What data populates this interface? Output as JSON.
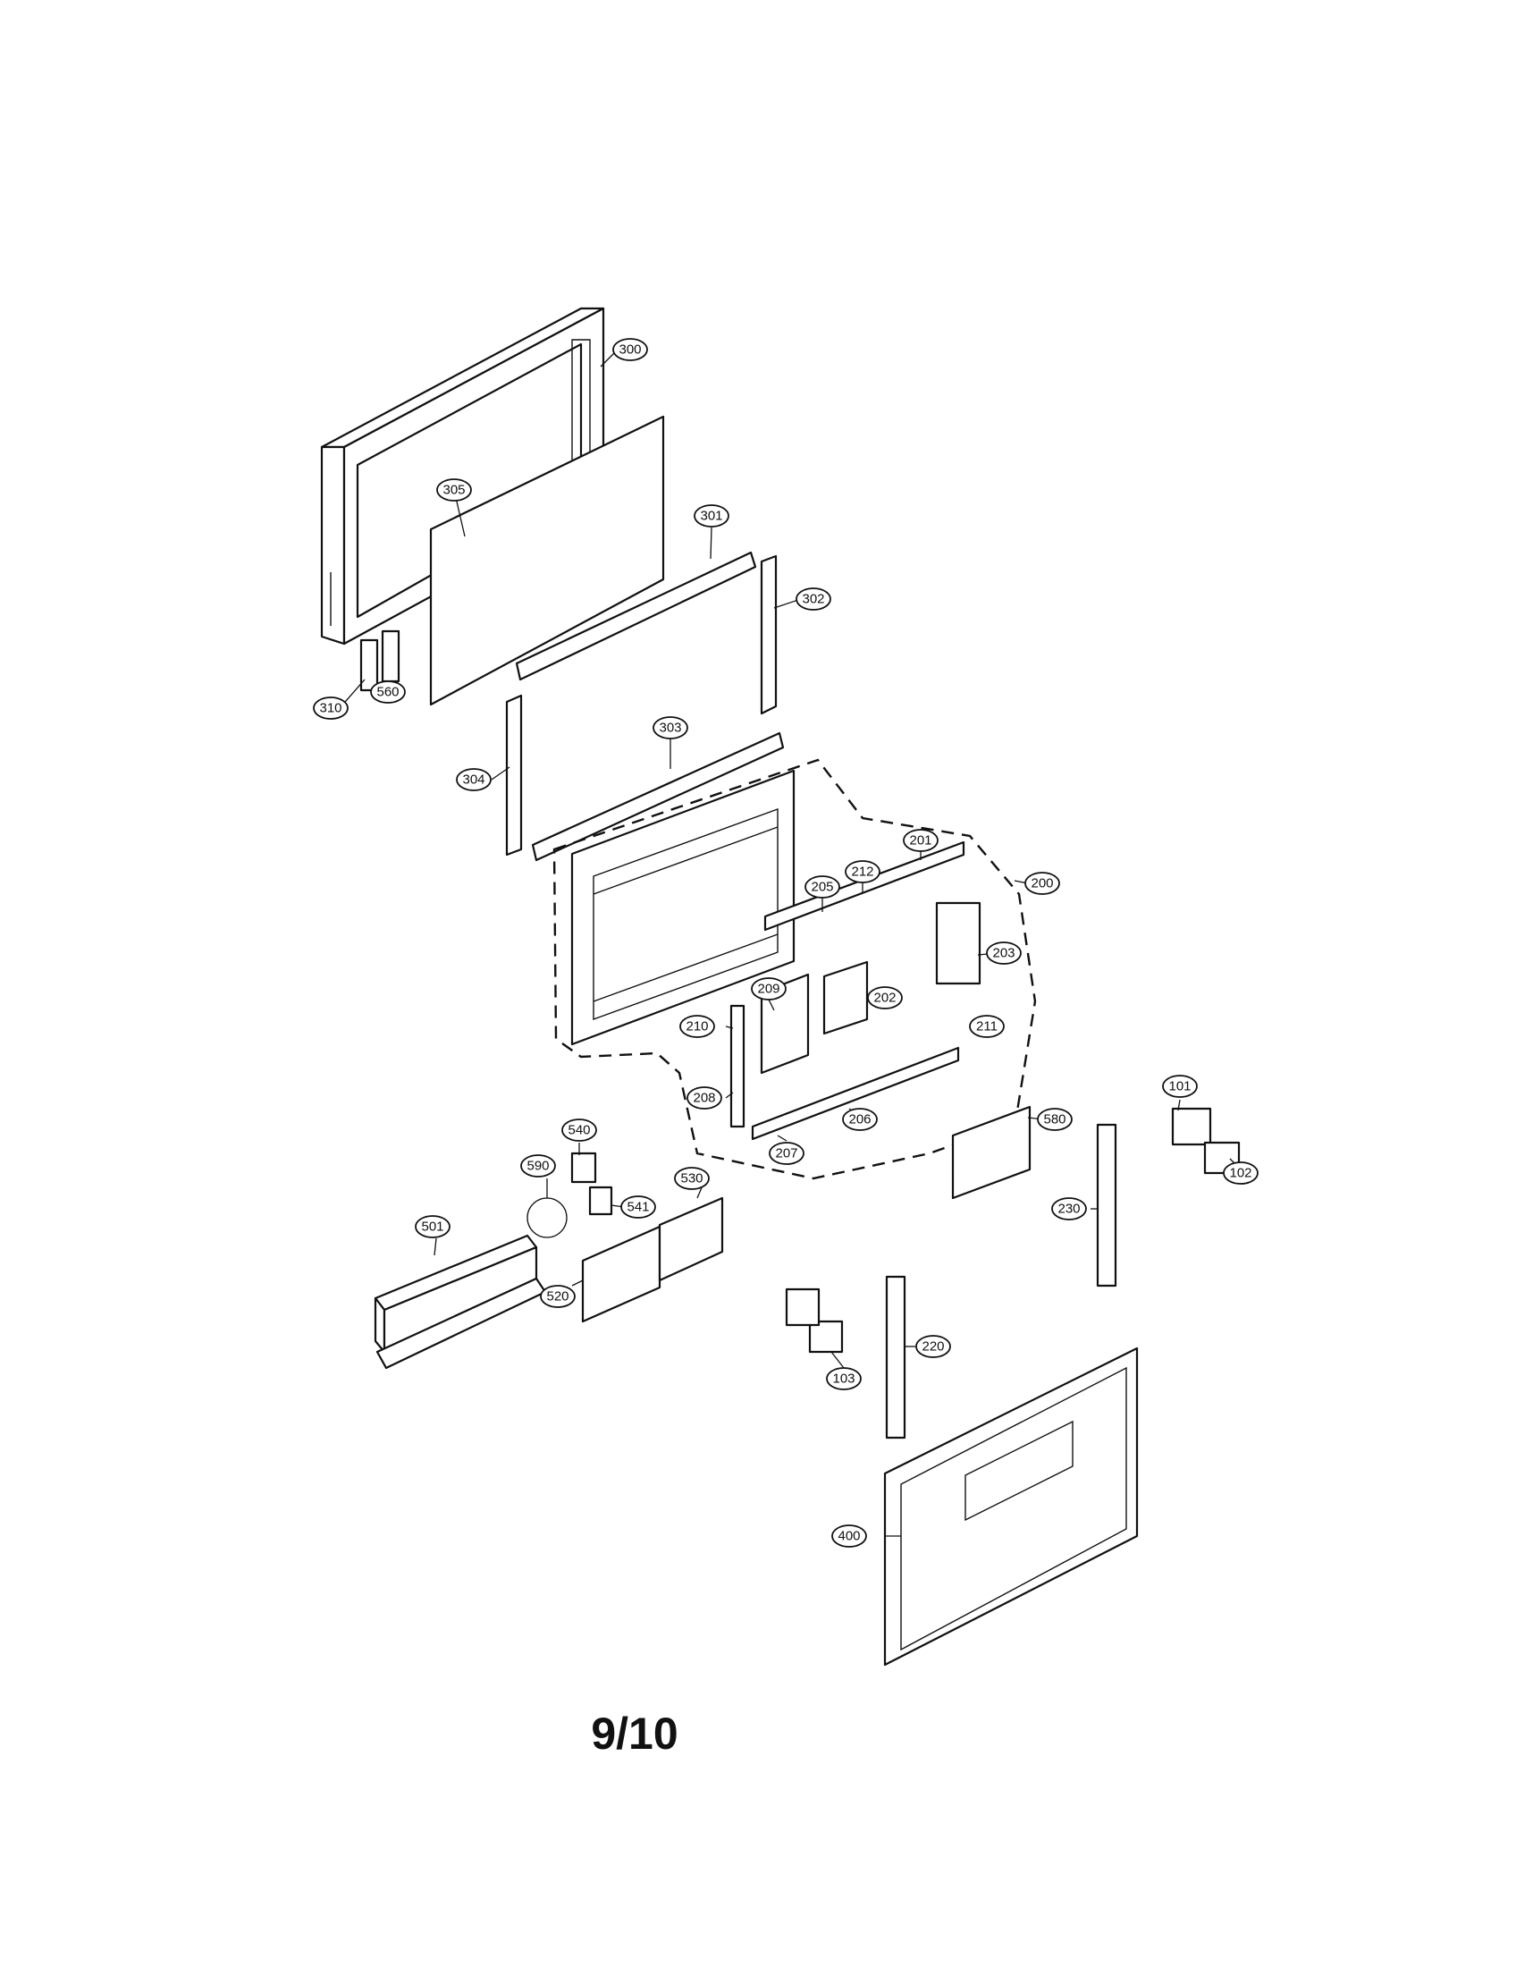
{
  "page_number": "9/10",
  "callouts": [
    {
      "id": "300",
      "label": "300"
    },
    {
      "id": "305",
      "label": "305"
    },
    {
      "id": "301",
      "label": "301"
    },
    {
      "id": "302",
      "label": "302"
    },
    {
      "id": "310",
      "label": "310"
    },
    {
      "id": "560",
      "label": "560"
    },
    {
      "id": "303",
      "label": "303"
    },
    {
      "id": "304",
      "label": "304"
    },
    {
      "id": "200",
      "label": "200"
    },
    {
      "id": "201",
      "label": "201"
    },
    {
      "id": "212",
      "label": "212"
    },
    {
      "id": "205",
      "label": "205"
    },
    {
      "id": "203",
      "label": "203"
    },
    {
      "id": "209",
      "label": "209"
    },
    {
      "id": "202",
      "label": "202"
    },
    {
      "id": "211",
      "label": "211"
    },
    {
      "id": "210",
      "label": "210"
    },
    {
      "id": "208",
      "label": "208"
    },
    {
      "id": "206",
      "label": "206"
    },
    {
      "id": "207",
      "label": "207"
    },
    {
      "id": "580",
      "label": "580"
    },
    {
      "id": "101",
      "label": "101"
    },
    {
      "id": "102",
      "label": "102"
    },
    {
      "id": "230",
      "label": "230"
    },
    {
      "id": "540",
      "label": "540"
    },
    {
      "id": "590",
      "label": "590"
    },
    {
      "id": "541",
      "label": "541"
    },
    {
      "id": "530",
      "label": "530"
    },
    {
      "id": "501",
      "label": "501"
    },
    {
      "id": "520",
      "label": "520"
    },
    {
      "id": "220",
      "label": "220"
    },
    {
      "id": "103",
      "label": "103"
    },
    {
      "id": "400",
      "label": "400"
    }
  ]
}
